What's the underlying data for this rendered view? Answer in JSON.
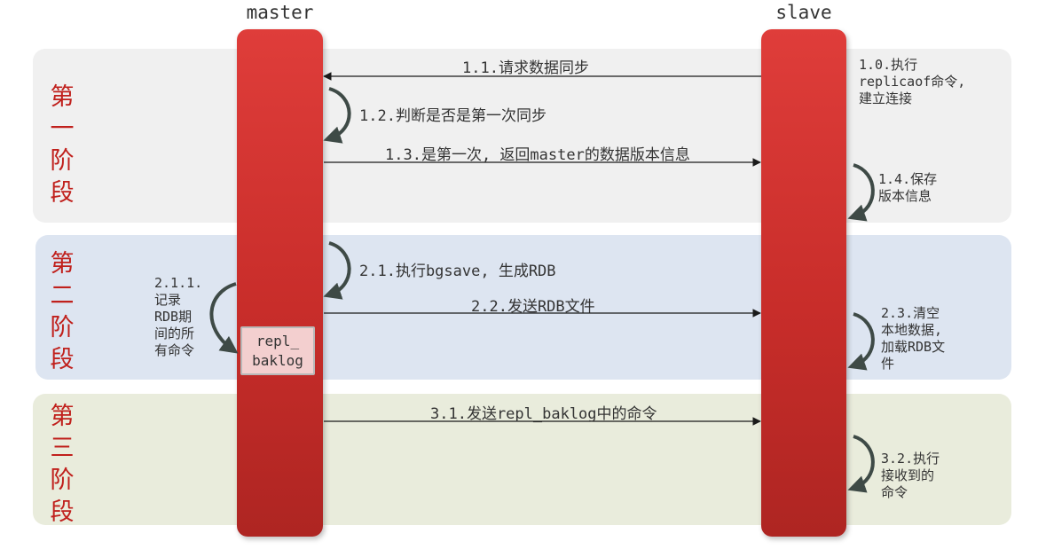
{
  "columns": {
    "master": "master",
    "slave": "slave"
  },
  "phases": [
    {
      "title": "第\n一\n阶\n段"
    },
    {
      "title": "第\n二\n阶\n段"
    },
    {
      "title": "第\n三\n阶\n段"
    }
  ],
  "steps": {
    "s1_0": "1.0.执行\nreplicaof命令,\n建立连接",
    "s1_1": "1.1.请求数据同步",
    "s1_2": "1.2.判断是否是第一次同步",
    "s1_3": "1.3.是第一次, 返回master的数据版本信息",
    "s1_4": "1.4.保存\n版本信息",
    "s2_1": "2.1.执行bgsave, 生成RDB",
    "s2_1_1": "2.1.1.\n记录\nRDB期\n间的所\n有命令",
    "s2_2": "2.2.发送RDB文件",
    "s2_3": "2.3.清空\n本地数据,\n加载RDB文\n件",
    "s3_1": "3.1.发送repl_baklog中的命令",
    "s3_2": "3.2.执行\n接收到的\n命令"
  },
  "buffer": {
    "label": "repl_\nbaklog"
  },
  "colors": {
    "accent_red": "#c0201c",
    "pillar": "#d6312e",
    "band_1": "#f0f0f0",
    "band_2": "#dde5f1",
    "band_3": "#e9ecdc",
    "buffer_fill": "#f3cfcf"
  }
}
